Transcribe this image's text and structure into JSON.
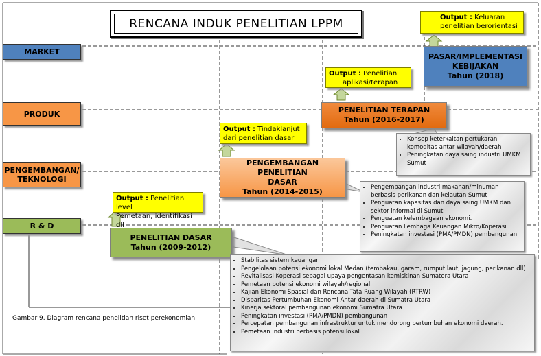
{
  "title": "RENCANA INDUK PENELITIAN LPPM",
  "levels": {
    "market": "MARKET",
    "produk": "PRODUK",
    "pengembangan": [
      "PENGEMBANGAN/",
      "TEKNOLOGI"
    ],
    "rnd": "R & D"
  },
  "phases": {
    "dasar": {
      "name": "PENELITIAN DASAR",
      "year": "Tahun (2009-2012)"
    },
    "pengembangan": {
      "name": [
        "PENGEMBANGAN PENELITIAN",
        "DASAR"
      ],
      "year": "Tahun (2014-2015)"
    },
    "terapan": {
      "name": "PENELITIAN TERAPAN",
      "year": "Tahun (2016-2017)"
    },
    "pasar": {
      "name": [
        "PASAR/IMPLEMENTASI",
        "KEBIJAKAN"
      ],
      "year": "Tahun (2018)"
    }
  },
  "outputs": {
    "dasar": {
      "label": "Output :",
      "line1": " Penelitian level",
      "line2": "Pemetaan, identifikasi dll"
    },
    "pengembangan": {
      "label": "Output :",
      "line1": " Tindaklanjut",
      "line2": "dari penelitian dasar"
    },
    "terapan": {
      "label": "Output :",
      "line1": " Penelitian",
      "line2": "aplikasi/terapan"
    },
    "pasar": {
      "label": "Output :",
      "line1": " Keluaran",
      "line2": "penelitian berorientasi"
    }
  },
  "notes": {
    "terapan": [
      "Konsep keterkaitan pertukaran komoditas antar wilayah/daerah",
      "Peningkatan daya saing industri UMKM Sumut"
    ],
    "pengembangan": [
      "Pengembangan industri makanan/minuman berbasis perikanan dan kelautan Sumut",
      "Penguatan kapasitas dan daya saing UMKM dan sektor informal di Sumut",
      "Penguatan kelembagaan ekonomi.",
      "Penguatan Lembaga Keuangan Mikro/Koperasi",
      "Peningkatan investasi (PMA/PMDN) pembangunan"
    ],
    "dasar": [
      "Stabilitas sistem keuangan",
      "Pengelolaan potensi ekonomi lokal Medan (tembakau, garam, rumput laut, jagung, perikanan dll)",
      "Revitalisasi Koperasi sebagai upaya pengentasan kemiskinan Sumatera Utara",
      "Pemetaan potensi ekonomi wilayah/regional",
      "Kajian Ekonomi Spasial dan Rencana Tata Ruang Wilayah (RTRW)",
      "Disparitas Pertumbuhan Ekonomi Antar daerah di Sumatra Utara",
      "Kinerja sektoral pembangunan ekonomi Sumatra Utara",
      "Peningkatan investasi (PMA/PMDN) pembangunan",
      "Percepatan pembangunan infrastruktur untuk mendorong pertumbuhan ekonomi daerah.",
      "Pemetaan industri berbasis potensi lokal"
    ]
  },
  "caption": "Gambar 9. Diagram rencana penelitian riset perekonomian",
  "colors": {
    "blue_fill": "#4f81bd",
    "orange_fill": "#f79646",
    "green_fill": "#9bbb59",
    "output_yellow": "#ffff00",
    "arrow_green": "#c4d79b"
  }
}
